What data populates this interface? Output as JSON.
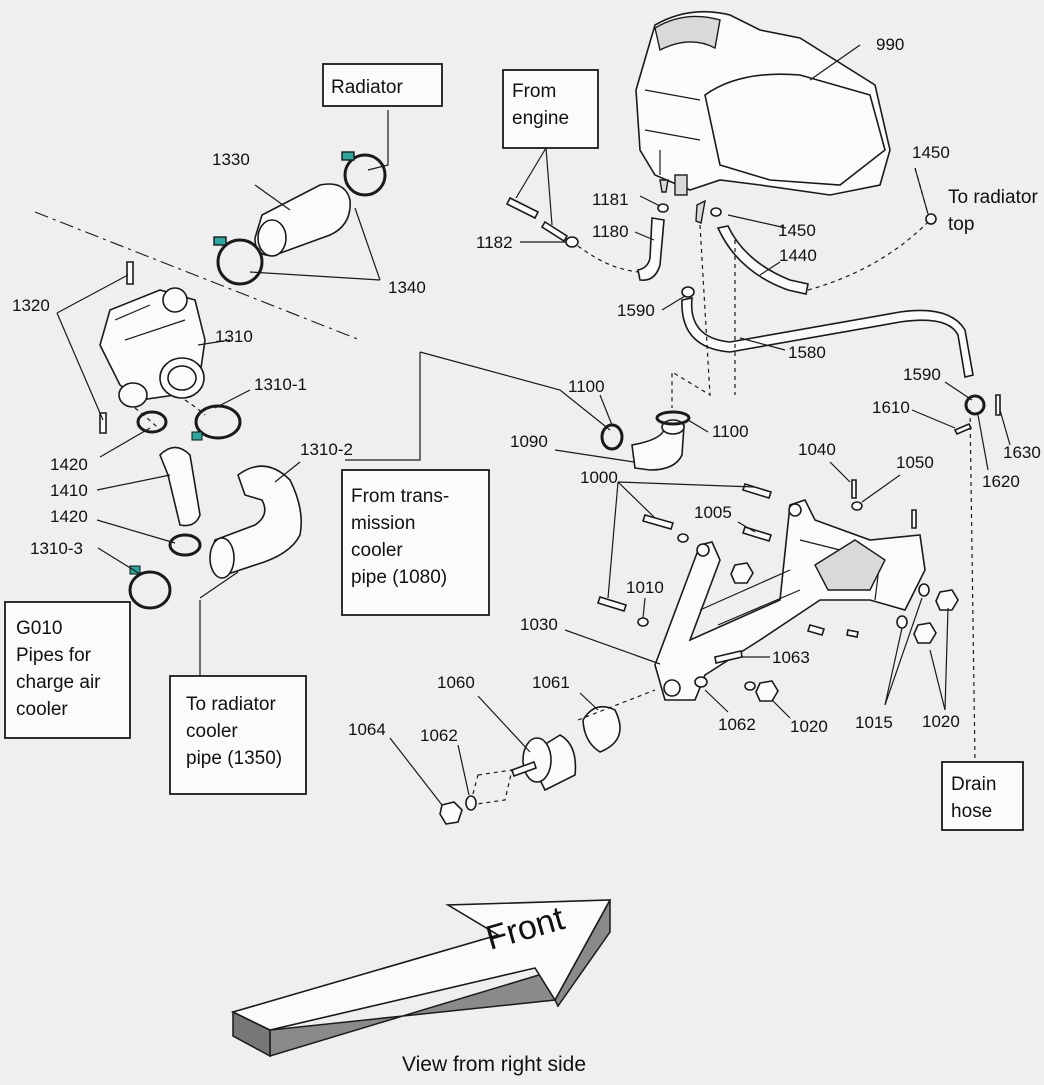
{
  "diagram": {
    "caption": "View from right side",
    "direction_arrow": "Front",
    "callouts": {
      "c990": "990",
      "c1450a": "1450",
      "c1450b": "1450",
      "c1181": "1181",
      "c1180": "1180",
      "c1182": "1182",
      "c1440": "1440",
      "c1590a": "1590",
      "c1580": "1580",
      "c1590b": "1590",
      "c1610": "1610",
      "c1630": "1630",
      "c1620": "1620",
      "c1330": "1330",
      "c1340": "1340",
      "c1320": "1320",
      "c1310": "1310",
      "c1310_1": "1310-1",
      "c1310_2": "1310-2",
      "c1310_3": "1310-3",
      "c1420a": "1420",
      "c1410": "1410",
      "c1420b": "1420",
      "c1100a": "1100",
      "c1100b": "1100",
      "c1090": "1090",
      "c1040": "1040",
      "c1050": "1050",
      "c1000": "1000",
      "c1005": "1005",
      "c1010": "1010",
      "c1030": "1030",
      "c1063": "1063",
      "c1060": "1060",
      "c1061": "1061",
      "c1064": "1064",
      "c1062a": "1062",
      "c1062b": "1062",
      "c1020a": "1020",
      "c1015": "1015",
      "c1020b": "1020"
    },
    "boxes": {
      "radiator": [
        "Radiator"
      ],
      "from_engine": [
        "From",
        "engine"
      ],
      "to_radiator_top": [
        "To radiator",
        "top"
      ],
      "from_transmission": [
        "From trans-",
        "mission",
        "cooler",
        "pipe (1080)"
      ],
      "g010": [
        "G010",
        "Pipes for",
        "charge air",
        "cooler"
      ],
      "to_radiator_cooler": [
        "To radiator",
        "cooler",
        "pipe (1350)"
      ],
      "drain_hose": [
        "Drain",
        "hose"
      ]
    }
  }
}
